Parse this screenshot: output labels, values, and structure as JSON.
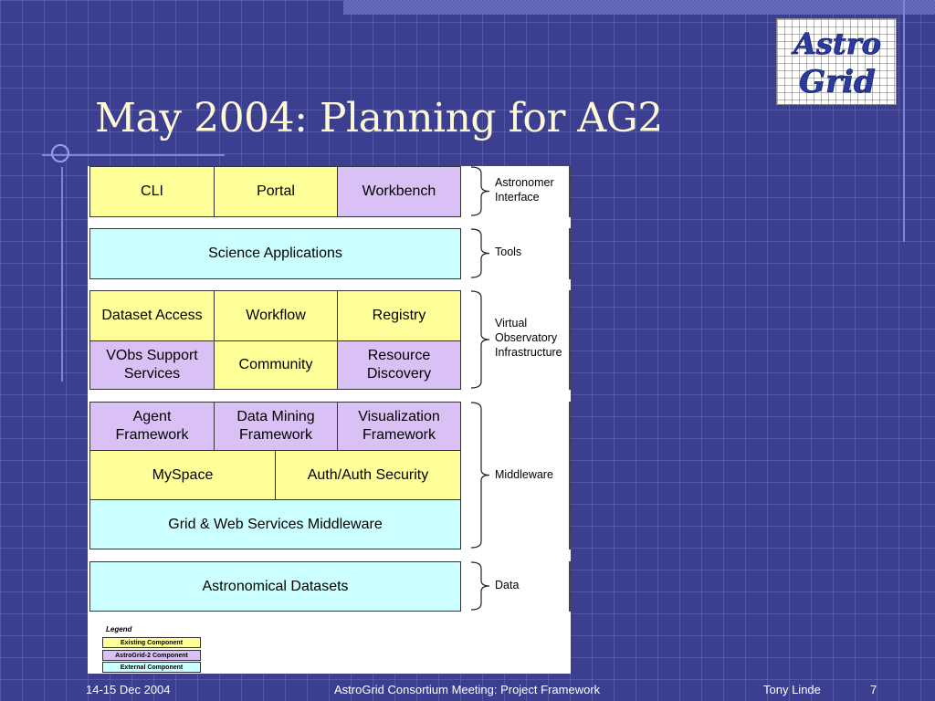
{
  "slide": {
    "title": "May 2004: Planning for AG2",
    "logo_text": [
      "Astro",
      "Grid"
    ]
  },
  "diagram": {
    "rows": [
      {
        "boxes": [
          {
            "label": "CLI",
            "type": "existing"
          },
          {
            "label": "Portal",
            "type": "existing"
          },
          {
            "label": "Workbench",
            "type": "ag2"
          }
        ]
      },
      {
        "boxes": [
          {
            "label": "Science Applications",
            "type": "external"
          }
        ]
      },
      {
        "boxes": [
          {
            "label": "Dataset Access",
            "type": "existing"
          },
          {
            "label": "Workflow",
            "type": "existing"
          },
          {
            "label": "Registry",
            "type": "existing"
          }
        ]
      },
      {
        "boxes": [
          {
            "label": "VObs  Support\nServices",
            "type": "ag2"
          },
          {
            "label": "Community",
            "type": "existing"
          },
          {
            "label": "Resource\nDiscovery",
            "type": "ag2"
          }
        ]
      },
      {
        "boxes": [
          {
            "label": "Agent\nFramework",
            "type": "ag2"
          },
          {
            "label": "Data Mining\nFramework",
            "type": "ag2"
          },
          {
            "label": "Visualization\nFramework",
            "type": "ag2"
          }
        ]
      },
      {
        "boxes": [
          {
            "label": "MySpace",
            "type": "existing"
          },
          {
            "label": "Auth/Auth Security",
            "type": "existing"
          }
        ]
      },
      {
        "boxes": [
          {
            "label": "Grid & Web Services Middleware",
            "type": "external"
          }
        ]
      },
      {
        "boxes": [
          {
            "label": "Astronomical Datasets",
            "type": "external"
          }
        ]
      }
    ],
    "groups": [
      {
        "label": "Astronomer\nInterface"
      },
      {
        "label": "Tools"
      },
      {
        "label": "Virtual\nObservatory\nInfrastructure"
      },
      {
        "label": "Middleware"
      },
      {
        "label": "Data"
      }
    ],
    "legend": {
      "title": "Legend",
      "items": [
        {
          "label": "Existing Component",
          "type": "existing"
        },
        {
          "label": "AstroGrid-2 Component",
          "type": "ag2"
        },
        {
          "label": "External Component",
          "type": "external"
        }
      ]
    }
  },
  "colors": {
    "existing": "#ffff99",
    "ag2": "#d9c1f5",
    "external": "#ccffff",
    "background": "#3c3f8f",
    "title": "#fff8d8"
  },
  "footer": {
    "date": "14-15 Dec 2004",
    "meeting": "AstroGrid Consortium Meeting: Project Framework",
    "author": "Tony Linde",
    "page": "7"
  }
}
